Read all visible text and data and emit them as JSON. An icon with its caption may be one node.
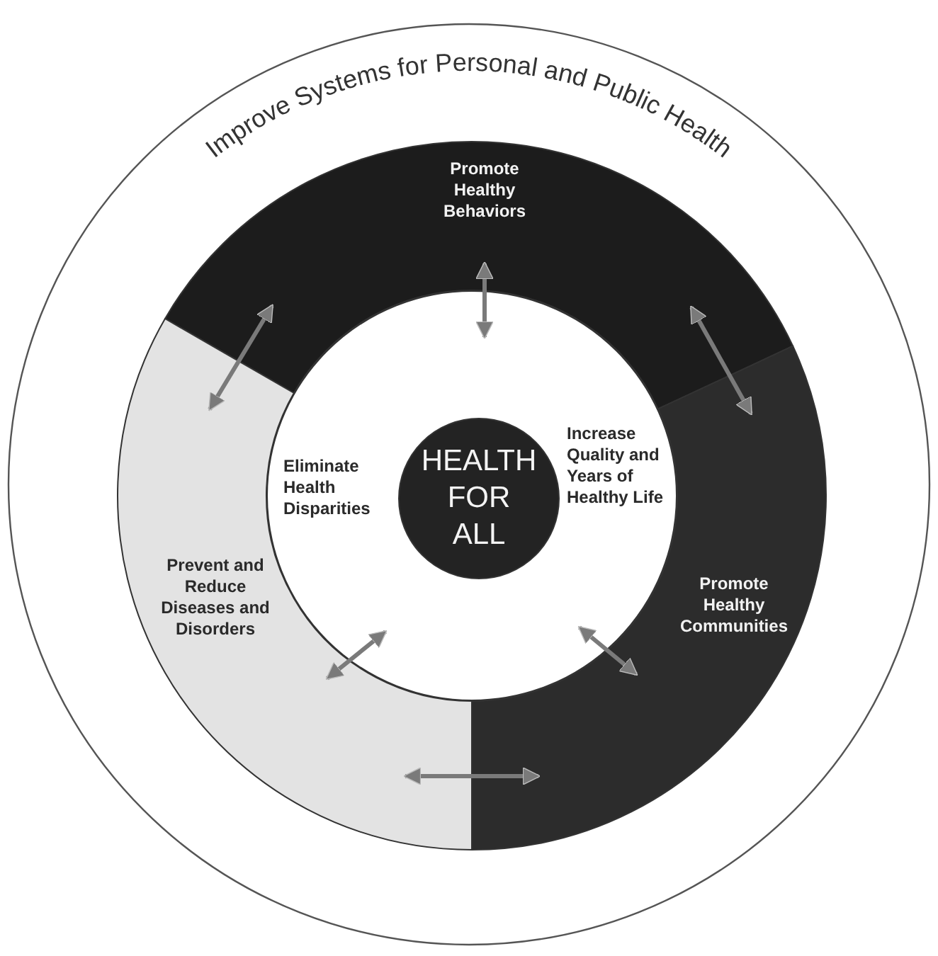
{
  "diagram": {
    "nodes": [
      {
        "text": [
          "Improve Systems for Personal and Public Health"
        ]
      },
      {
        "text": [
          "Promote Healthy Behaviors"
        ],
        "in": 0
      },
      {
        "text": [
          "Promote Healthy Communities"
        ],
        "in": 0
      },
      {
        "text": [
          "Prevent and Reduce Diseases and Disorders"
        ],
        "in": 0
      },
      {
        "text": [
          "Eliminate Health Disparities",
          "Increase Quality and Years of Healthy Life"
        ],
        "in": 0
      },
      {
        "text": [
          "HEALTH FOR ALL"
        ],
        "in": 4
      }
    ],
    "edges": [
      {
        "from": 1,
        "to": 3,
        "arrow": "both"
      },
      {
        "from": 1,
        "to": 4,
        "arrow": "both"
      },
      {
        "from": 1,
        "to": 2,
        "arrow": "both"
      },
      {
        "from": 3,
        "to": 4,
        "arrow": "both"
      },
      {
        "from": 2,
        "to": 4,
        "arrow": "both"
      },
      {
        "from": 3,
        "to": 2,
        "arrow": "both"
      }
    ]
  }
}
